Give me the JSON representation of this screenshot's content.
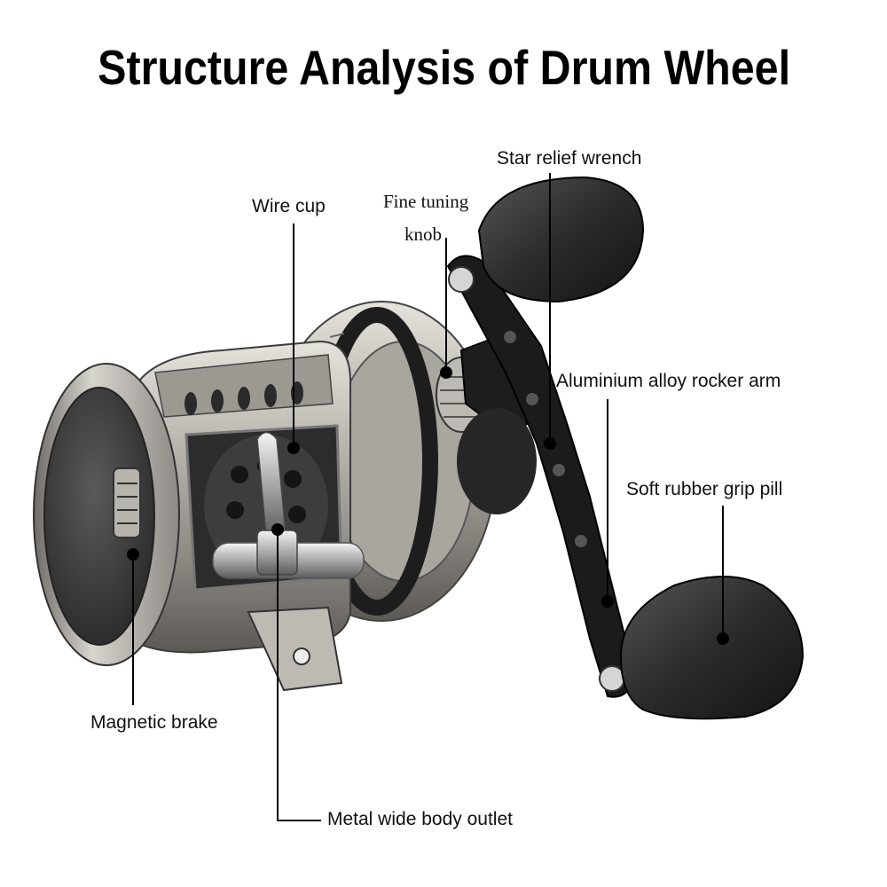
{
  "title": "Structure Analysis of Drum Wheel",
  "labels": {
    "star_relief_wrench": "Star relief wrench",
    "wire_cup": "Wire cup",
    "fine_tuning_knob_line1": "Fine tuning",
    "fine_tuning_knob_line2": "knob",
    "aluminium_rocker_arm": "Aluminium alloy rocker arm",
    "soft_rubber_grip": "Soft rubber grip pill",
    "magnetic_brake": "Magnetic brake",
    "metal_wide_body_outlet": "Metal wide body outlet"
  },
  "colors": {
    "metal_silver": "#b9b6b1",
    "metal_dark": "#4a4a4a",
    "handle_black": "#1c1c1c",
    "leader_line": "#000000"
  }
}
